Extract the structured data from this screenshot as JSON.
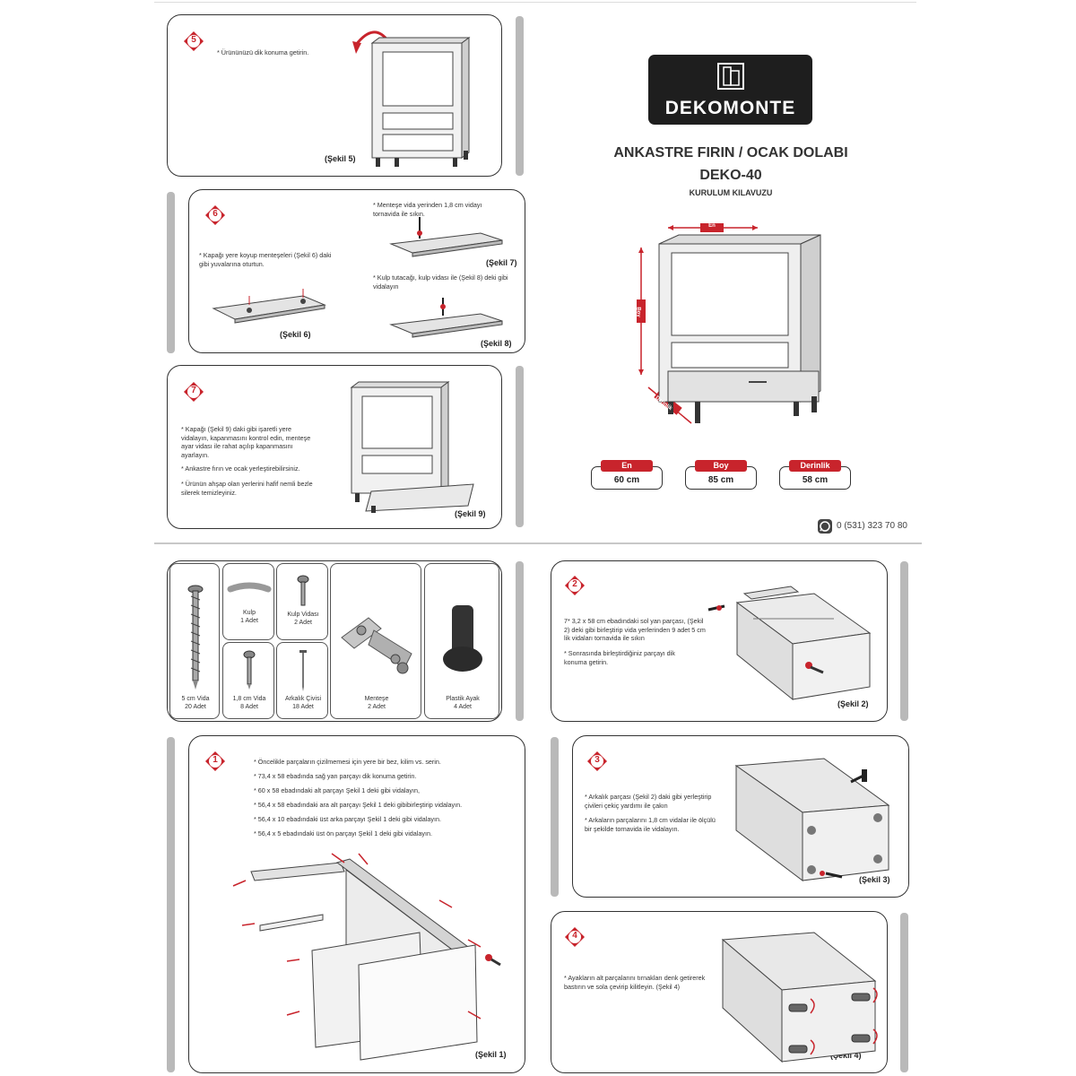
{
  "brand": {
    "name": "DEKOMONTE"
  },
  "title": {
    "line1": "ANKASTRE FIRIN / OCAK DOLABI",
    "line2": "DEKO-40",
    "line3": "KURULUM KILAVUZU"
  },
  "dimensions": {
    "en_tag": "En",
    "boy_tag": "Boy",
    "derinlik_tag": "Derinlik",
    "items": [
      {
        "label": "En",
        "value": "60 cm"
      },
      {
        "label": "Boy",
        "value": "85 cm"
      },
      {
        "label": "Derinlik",
        "value": "58 cm"
      }
    ]
  },
  "contact": {
    "phone": "0 (531) 323 70 80"
  },
  "step5": {
    "num": "5",
    "note": "* Ürününüzü dik konuma getirin.",
    "caption": "(Şekil 5)"
  },
  "step6": {
    "num": "6",
    "note_a": "* Kapağı yere koyup menteşeleri (Şekil 6) daki gibi yuvalarına oturtun.",
    "note_b": "* Menteşe vida yerinden 1,8 cm vidayı tornavida ile sıkın.",
    "note_c": "* Kulp tutacağı, kulp vidası ile (Şekil 8) deki gibi vidalayın",
    "caption6": "(Şekil 6)",
    "caption7": "(Şekil 7)",
    "caption8": "(Şekil 8)"
  },
  "step7": {
    "num": "7",
    "note_a": "* Kapağı (Şekil 9) daki gibi işaretli yere vidalayın, kapanmasını kontrol edin, menteşe ayar vidası ile rahat açılıp kapanmasını ayarlayın.",
    "note_b": "* Ankastre fırın ve ocak yerleştirebilirsiniz.",
    "note_c": "* Ürünün ahşap olan yerlerini hafif nemli bezle silerek temizleyiniz.",
    "caption": "(Şekil 9)"
  },
  "parts": [
    {
      "name": "5 cm Vida",
      "qty": "20 Adet"
    },
    {
      "name": "Kulp",
      "qty": "1 Adet"
    },
    {
      "name": "Kulp Vidası",
      "qty": "2 Adet"
    },
    {
      "name": "1,8 cm Vida",
      "qty": "8 Adet"
    },
    {
      "name": "Arkalık Çivisi",
      "qty": "18 Adet"
    },
    {
      "name": "Menteşe",
      "qty": "2 Adet"
    },
    {
      "name": "Plastik Ayak",
      "qty": "4 Adet"
    }
  ],
  "step1": {
    "num": "1",
    "notes": [
      "* Öncelikle parçaların çizilmemesi için yere bir bez, kilim vs. serin.",
      "* 73,4 x 58 ebadında sağ yan parçayı dik konuma getirin.",
      "* 60 x 58 ebadındaki alt parçayı Şekil 1 deki gibi vidalayın,",
      "* 56,4 x 58 ebadındaki ara alt parçayı Şekil 1 deki gibibirleştirip vidalayın.",
      "* 56,4 x 10 ebadındaki üst arka parçayı Şekil 1 deki gibi vidalayın.",
      "* 56,4 x 5 ebadındaki üst ön parçayı Şekil 1 deki gibi vidalayın."
    ],
    "caption": "(Şekil 1)"
  },
  "step2": {
    "num": "2",
    "note_a": "7* 3,2 x 58 cm ebadındaki sol yan parçası, (Şekil 2) deki gibi birleştirip vida yerlerinden 9 adet 5 cm lik vidaları tornavida ile sıkın",
    "note_b": "* Sonrasında birleştirdiğiniz parçayı dik konuma getirin.",
    "caption": "(Şekil 2)"
  },
  "step3": {
    "num": "3",
    "note_a": "* Arkalık parçası (Şekil 2) daki gibi yerleştirip çivileri çekiç yardımı ile çakın",
    "note_b": "* Arkaların parçalarını 1,8 cm vidalar ile ölçülü bir şekilde tornavida ile vidalayın.",
    "caption": "(Şekil 3)"
  },
  "step4": {
    "num": "4",
    "note_a": "* Ayakların alt parçalarını tırnakları denk getirerek bastırın ve sola çevirip kilitleyin. (Şekil 4)",
    "caption": "(Şekil 4)"
  },
  "colors": {
    "accent_red": "#c8242c",
    "logo_bg": "#1e1e1e",
    "panel_border": "#333333",
    "sidebar_gray": "#b9b9b9"
  },
  "icons": [
    "whatsapp-icon",
    "step-number-badge",
    "rotate-arrow-icon",
    "screw-icon",
    "hinge-icon",
    "plastic-foot-icon",
    "handle-icon",
    "hammer-icon"
  ]
}
